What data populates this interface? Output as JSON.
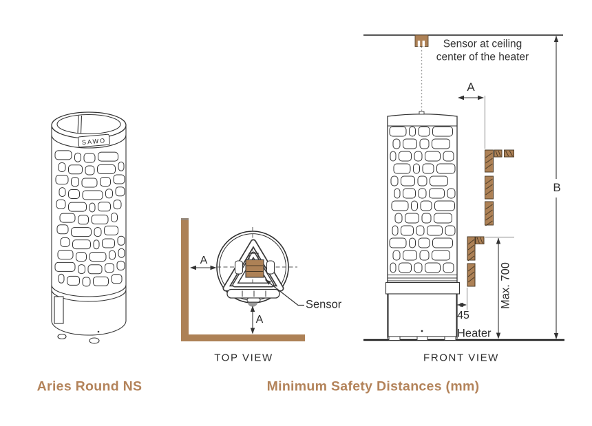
{
  "title_left": "Aries Round NS",
  "title_right": "Minimum Safety Distances (mm)",
  "left_figure": {
    "brand_label": "SAWO"
  },
  "top_view": {
    "caption": "TOP VIEW",
    "dim_a_wall": "A",
    "dim_a_floor_gap": "A",
    "sensor_label": "Sensor"
  },
  "front_view": {
    "caption": "FRONT VIEW",
    "ceiling_sensor_note": {
      "line1": "Sensor at ceiling",
      "line2": "center of the heater"
    },
    "dim_a": "A",
    "dim_b": "B",
    "dim_max_height": "Max. 700",
    "dim_wall_gap": "45",
    "heater_label": "Heater"
  },
  "colors": {
    "wood": "#ad8156",
    "wood_dark": "#4a3a27",
    "heading": "#b3835a",
    "line": "#333333"
  }
}
